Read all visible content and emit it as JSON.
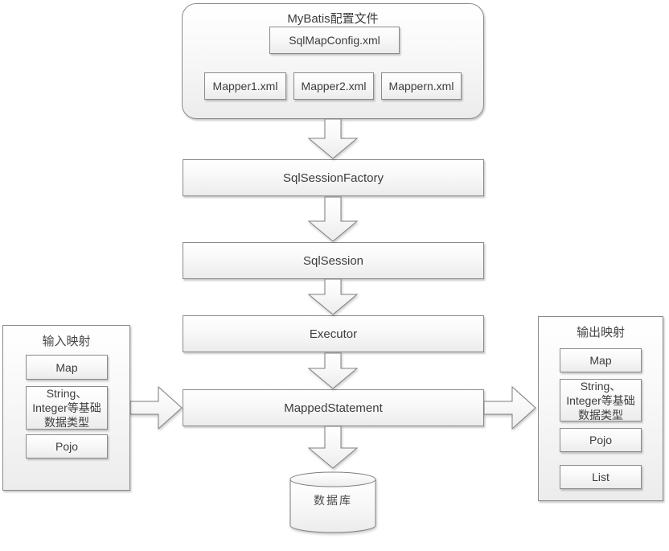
{
  "colors": {
    "box_border": "#8a8a8a",
    "fill_top": "#ffffff",
    "fill_bottom": "#ececec",
    "text": "#3d3d3d"
  },
  "config": {
    "title": "MyBatis配置文件",
    "main_file": "SqlMapConfig.xml",
    "mappers": [
      "Mapper1.xml",
      "Mapper2.xml",
      "Mappern.xml"
    ]
  },
  "flow": {
    "steps": [
      "SqlSessionFactory",
      "SqlSession",
      "Executor",
      "MappedStatement"
    ]
  },
  "database": {
    "label": "数据库"
  },
  "input_panel": {
    "title": "输入映射",
    "items": [
      "Map",
      "String、Integer等基础数据类型",
      "Pojo"
    ]
  },
  "output_panel": {
    "title": "输出映射",
    "items": [
      "Map",
      "String、Integer等基础数据类型",
      "Pojo",
      "List"
    ]
  }
}
